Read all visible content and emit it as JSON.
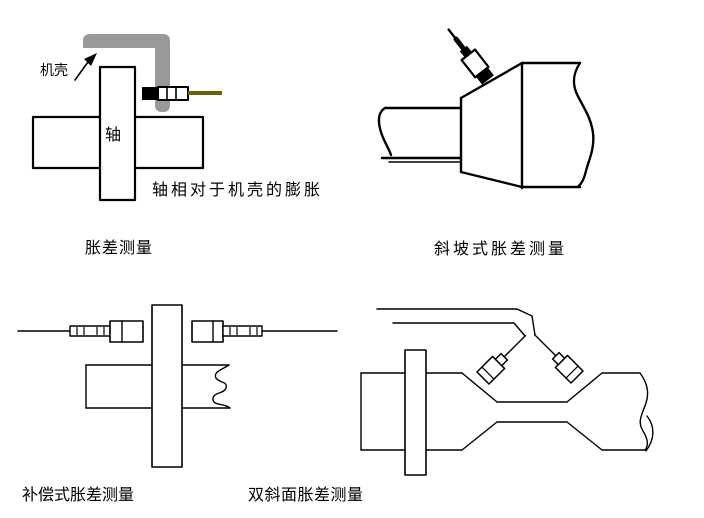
{
  "figure": {
    "background": "#ffffff",
    "line_color": "#000000",
    "casing_color": "#999999",
    "cable_color": "#666600",
    "diagrams": {
      "basic": {
        "caption": "胀差测量",
        "labels": {
          "casing": "机壳",
          "shaft": "轴",
          "annotation": "轴相对于机壳的膨胀"
        }
      },
      "ramp": {
        "caption": "斜坡式胀差测量"
      },
      "compensated": {
        "caption": "补偿式胀差测量"
      },
      "double_bevel": {
        "caption": "双斜面胀差测量"
      }
    },
    "icons": {
      "probe": "proximity-probe-icon",
      "arrow": "pointer-arrow-icon"
    }
  }
}
